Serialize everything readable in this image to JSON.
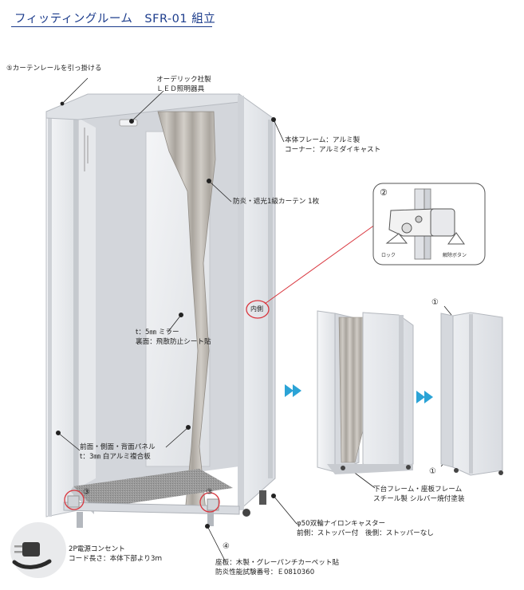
{
  "title": "フィッティングルーム　SFR-01 組立",
  "labels": {
    "curtain_rail": "⑤カーテンレールを引っ掛ける",
    "led_light_line1": "オーデリック社製",
    "led_light_line2": "ＬＥＤ照明器具",
    "frame_line1": "本体フレーム：アルミ製",
    "frame_line2": "コーナー：アルミダイキャスト",
    "curtain": "防炎・遮光1級カーテン 1枚",
    "inner_side": "内側",
    "mirror_line1": "t：5㎜ ミラー",
    "mirror_line2": "裏面：飛散防止シート貼",
    "panel_line1": "前面・側面・背面パネル",
    "panel_line2": "t：3㎜ 白アルミ複合板",
    "marker3_left": "③",
    "marker3_right": "③",
    "marker4": "④",
    "outlet_line1": "2P電源コンセント",
    "outlet_line2": "コード長さ：本体下部より3ｍ",
    "floor_line1": "座板：木製・グレーパンチカーペット貼",
    "floor_line2": "防炎性能試験番号：Ｅ0810360",
    "caster_line1": "φ50双輪ナイロンキャスター",
    "caster_line2": "前側：ストッパー付　後側：ストッパーなし",
    "base_line1": "下台フレーム・座板フレーム",
    "base_line2": "スチール製 シルバー焼付塗装",
    "detail_number": "②",
    "detail_lock": "ロック",
    "detail_release": "解除ボタン",
    "folded_marker_top": "①",
    "folded_marker_bottom": "①"
  },
  "colors": {
    "title": "#1c3c8c",
    "accent_red": "#d9363e",
    "arrow_blue": "#2ba3d6",
    "panel": "#e4e6ea",
    "frame": "#c9ccd1",
    "curtain": "#b5b1ab",
    "carpet": "#8f8f8f"
  }
}
